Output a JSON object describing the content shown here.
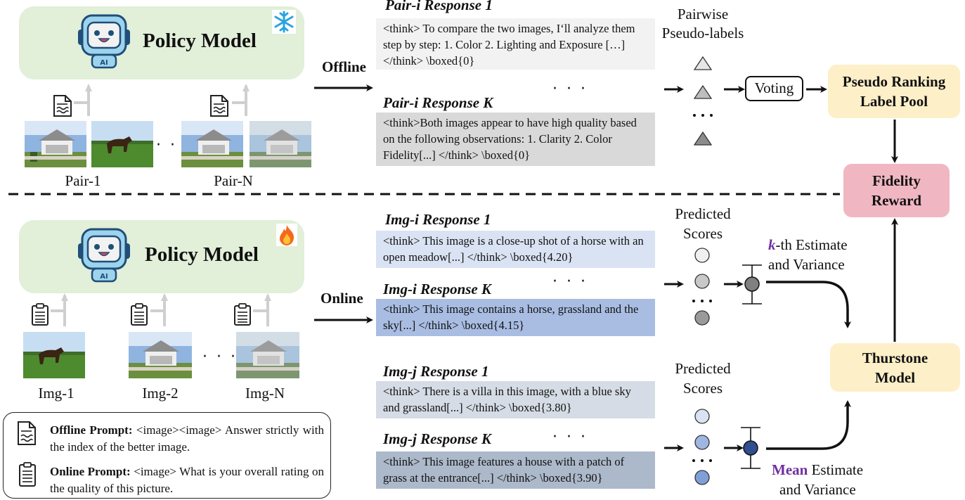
{
  "top": {
    "policy_title": "Policy Model",
    "freeze_icon": "snowflake-icon",
    "pair_labels": [
      "Pair-1",
      "Pair-N"
    ],
    "ellipsis": "· · ·",
    "offline_label": "Offline",
    "responses": [
      {
        "title": "Pair-i  Response 1",
        "text": "<think> To compare the two images, I‘ll analyze them step by step: 1. Color 2. Lighting and Exposure […]</think> \\boxed{0}"
      },
      {
        "title": "Pair-i  Response K",
        "text": "<think>Both images appear to have high quality based on the following observations: 1. Clarity 2. Color Fidelity[...] </think> \\boxed{0}"
      }
    ],
    "resp_dots": "· · ·",
    "pairwise_label_1": "Pairwise",
    "pairwise_label_2": "Pseudo-labels",
    "voting": "Voting",
    "pool_1": "Pseudo Ranking",
    "pool_2": "Label Pool"
  },
  "fidelity_1": "Fidelity",
  "fidelity_2": "Reward",
  "bottom": {
    "policy_title": "Policy Model",
    "fire_icon": "fire-icon",
    "img_labels": [
      "Img-1",
      "Img-2",
      "Img-N"
    ],
    "ellipsis": "· · ·",
    "online_label": "Online",
    "responses_i": [
      {
        "title": "Img-i  Response 1",
        "text": "<think>  This image is a close-up shot of a horse with an open meadow[...] </think> \\boxed{4.20}"
      },
      {
        "title": "Img-i  Response K",
        "text": "<think> This image contains a horse, grassland and the sky[...] </think> \\boxed{4.15}"
      }
    ],
    "responses_j": [
      {
        "title": "Img-j  Response 1",
        "text": "<think> There is a villa in this image, with a blue sky and grassland[...] </think> \\boxed{3.80}"
      },
      {
        "title": "Img-j  Response K",
        "text": "<think> This image features a house with a patch of grass at the entrance[...] </think> \\boxed{3.90}"
      }
    ],
    "resp_dots": "· · ·",
    "predicted_1": "Predicted",
    "predicted_2": "Scores",
    "kth_k": "k",
    "kth_rest": "-th Estimate",
    "kth_line2": "and Variance",
    "mean_word": "Mean",
    "mean_rest": " Estimate",
    "mean_line2": "and Variance",
    "thurstone_1": "Thurstone",
    "thurstone_2": "Model"
  },
  "legend": {
    "offline_head": "Offline Prompt:",
    "offline_text": " <image><image> Answer strictly with the index of the better image.",
    "online_head": "Online Prompt:",
    "online_text": " <image> What is your overall rating on the quality of this picture."
  },
  "colors": {
    "green_box": "#e2efd9",
    "orange_box": "#fdefc8",
    "pink_box": "#f0b7c2",
    "resp_gray_light": "#f2f2f2",
    "resp_gray_dark": "#d9d9d9",
    "resp_blue_light": "#dae3f3",
    "resp_blue_dark": "#a9bde3",
    "resp_slate_light": "#d6dce5",
    "resp_slate_dark": "#acb9ca"
  }
}
